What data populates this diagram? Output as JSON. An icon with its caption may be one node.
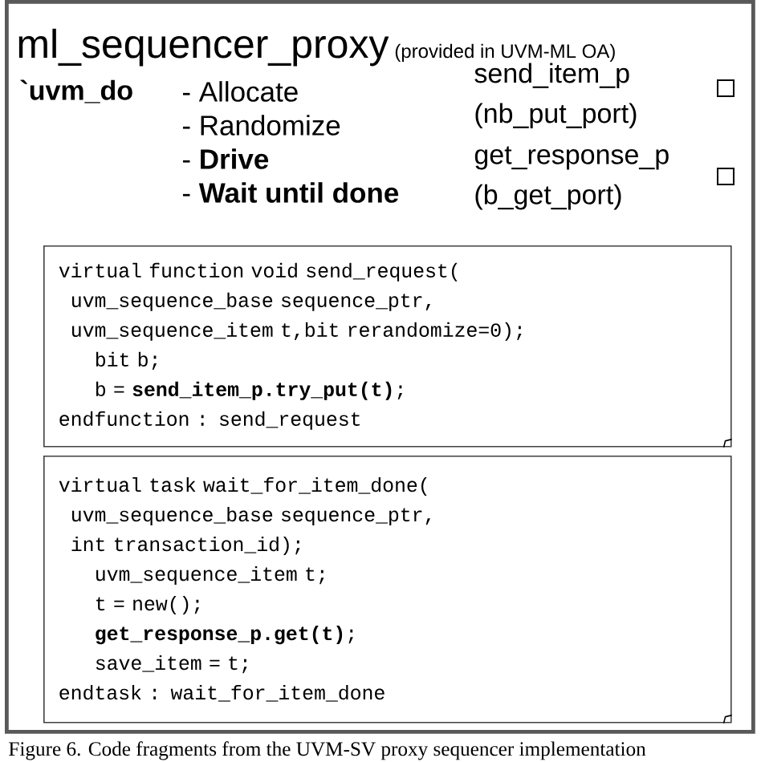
{
  "diagram": {
    "caption": "Figure 6. Code fragments from the UVM-SV proxy sequencer implementation",
    "nodes": [
      {
        "text": [
          "ml_sequencer_proxy",
          "(provided in UVM-ML OA)"
        ]
      },
      {
        "text": [],
        "shape": "box",
        "in": 0,
        "beside": [
          "send_item_p (nb_put_port)"
        ]
      },
      {
        "text": [],
        "shape": "box",
        "in": 0,
        "beside": [
          "get_response_p (b_get_port)"
        ]
      },
      {
        "text": [
          "virtual function void send_request(",
          "uvm_sequence_base sequence_ptr,",
          "uvm_sequence_item t,bit rerandomize=0);",
          "bit b;",
          "b = **send_item_p.try_put(t)**;",
          "endfunction : send_request"
        ],
        "in": 0
      },
      {
        "text": [
          "virtual task wait_for_item_done(",
          "uvm_sequence_base sequence_ptr,",
          "int transaction_id);",
          "uvm_sequence_item t;",
          "t = new();",
          "**get_response_p.get(t)**;",
          "save_item = t;",
          "endtask : wait_for_item_done"
        ],
        "in": 0
      }
    ],
    "labels": [
      "`uvm_do",
      "- Allocate",
      "- Randomize",
      "- **Drive**",
      "- **Wait until done**"
    ]
  }
}
